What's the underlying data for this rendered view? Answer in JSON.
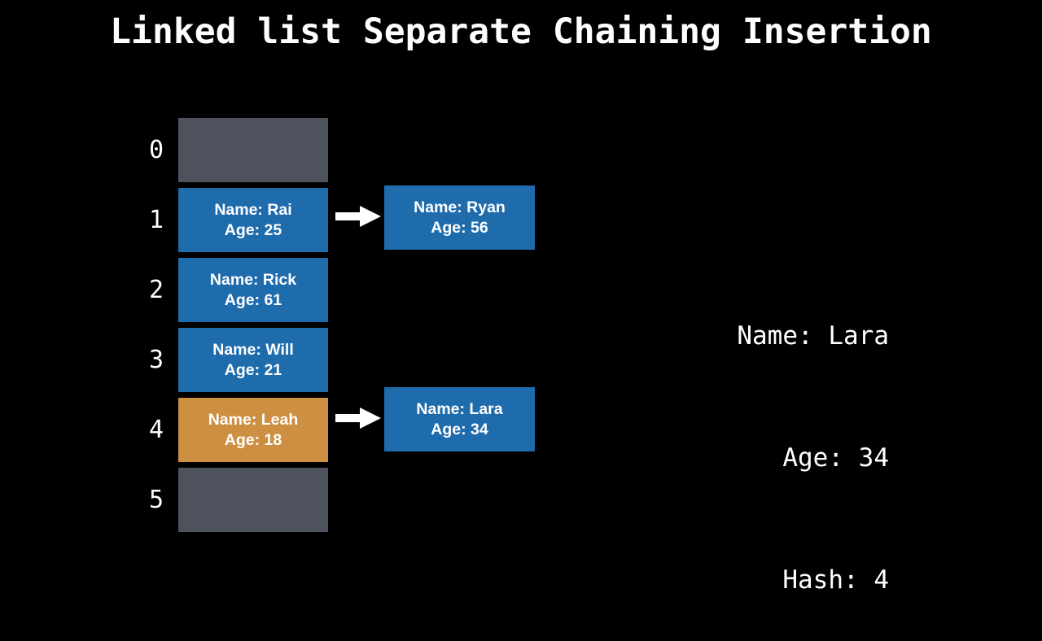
{
  "title": "Linked list Separate Chaining Insertion",
  "colors": {
    "background": "#000000",
    "empty_bucket": "#4d525c",
    "filled_bucket": "#1f6cad",
    "active_bucket": "#cd8f41",
    "text": "#ffffff",
    "arrow": "#ffffff"
  },
  "table": {
    "buckets": [
      {
        "index": "0",
        "state": "empty",
        "name_line": "",
        "age_line": "",
        "chain": []
      },
      {
        "index": "1",
        "state": "filled",
        "name_line": "Name: Rai",
        "age_line": "Age: 25",
        "chain": [
          {
            "name_line": "Name: Ryan",
            "age_line": "Age: 56"
          }
        ]
      },
      {
        "index": "2",
        "state": "filled",
        "name_line": "Name: Rick",
        "age_line": "Age: 61",
        "chain": []
      },
      {
        "index": "3",
        "state": "filled",
        "name_line": "Name: Will",
        "age_line": "Age: 21",
        "chain": []
      },
      {
        "index": "4",
        "state": "active",
        "name_line": "Name: Leah",
        "age_line": "Age: 18",
        "chain": [
          {
            "name_line": "Name: Lara",
            "age_line": "Age: 34"
          }
        ]
      },
      {
        "index": "5",
        "state": "empty",
        "name_line": "",
        "age_line": "",
        "chain": []
      }
    ]
  },
  "info_panel": {
    "name": "Name: Lara",
    "age": " Age: 34",
    "hash": "Hash: 4"
  }
}
